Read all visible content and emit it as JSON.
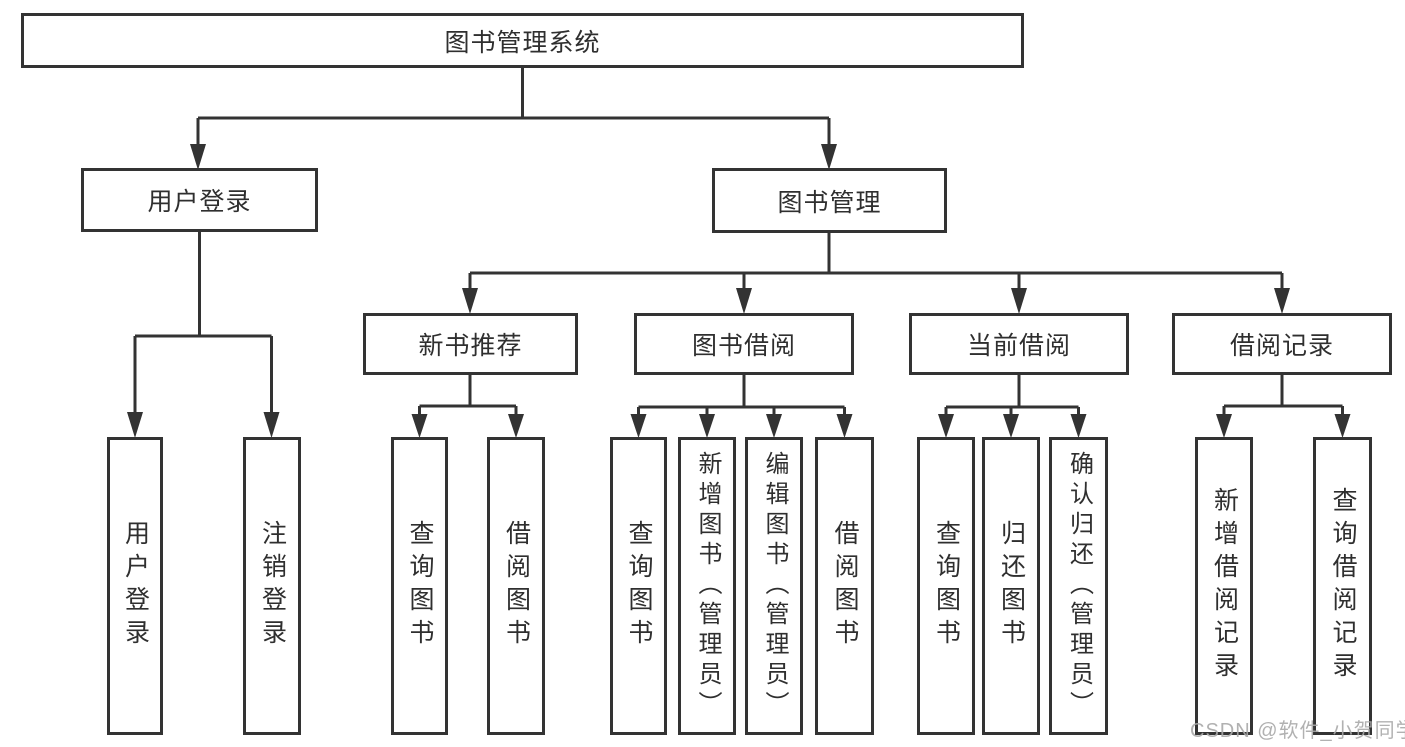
{
  "colors": {
    "line": "#333333",
    "box_border": "#333333",
    "text": "#2f2f2f",
    "watermark": "#a8a8a8",
    "background": "#ffffff"
  },
  "watermark": {
    "text": "CSDN @软件_小贺同学"
  },
  "tree": {
    "root": {
      "label": "图书管理系统"
    },
    "branches": [
      {
        "label": "用户登录",
        "children": [
          {
            "label": "用户登录"
          },
          {
            "label": "注销登录"
          }
        ]
      },
      {
        "label": "图书管理",
        "children": [
          {
            "label": "新书推荐",
            "children": [
              {
                "label": "查询图书"
              },
              {
                "label": "借阅图书"
              }
            ]
          },
          {
            "label": "图书借阅",
            "children": [
              {
                "label": "查询图书"
              },
              {
                "label": "新增图书（管理员）"
              },
              {
                "label": "编辑图书（管理员）"
              },
              {
                "label": "借阅图书"
              }
            ]
          },
          {
            "label": "当前借阅",
            "children": [
              {
                "label": "查询图书"
              },
              {
                "label": "归还图书"
              },
              {
                "label": "确认归还（管理员）"
              }
            ]
          },
          {
            "label": "借阅记录",
            "children": [
              {
                "label": "新增借阅记录"
              },
              {
                "label": "查询借阅记录"
              }
            ]
          }
        ]
      }
    ]
  }
}
